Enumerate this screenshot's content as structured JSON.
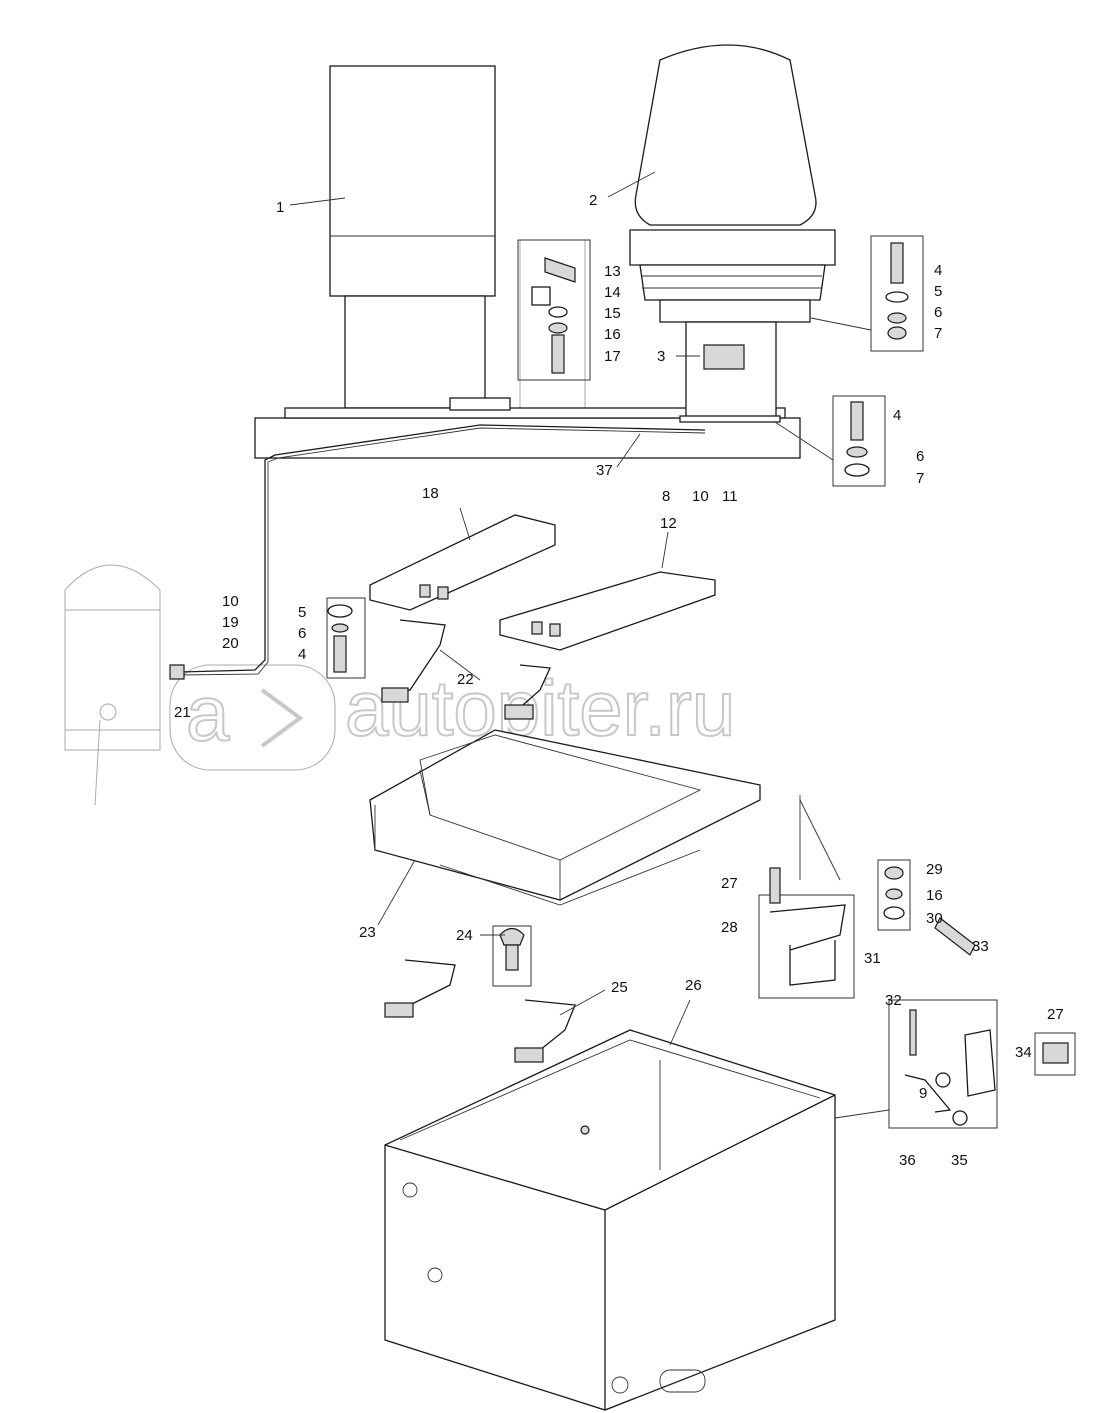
{
  "diagram": {
    "watermark": "autopiter.ru",
    "callouts": [
      "1",
      "2",
      "3",
      "4",
      "5",
      "6",
      "7",
      "13",
      "14",
      "15",
      "16",
      "17",
      "4",
      "6",
      "7",
      "37",
      "8",
      "10",
      "11",
      "18",
      "12",
      "10",
      "19",
      "20",
      "21",
      "5",
      "6",
      "4",
      "22",
      "23",
      "27",
      "28",
      "29",
      "16",
      "30",
      "31",
      "24",
      "25",
      "26",
      "33",
      "32",
      "27",
      "34",
      "9",
      "36",
      "35"
    ]
  }
}
